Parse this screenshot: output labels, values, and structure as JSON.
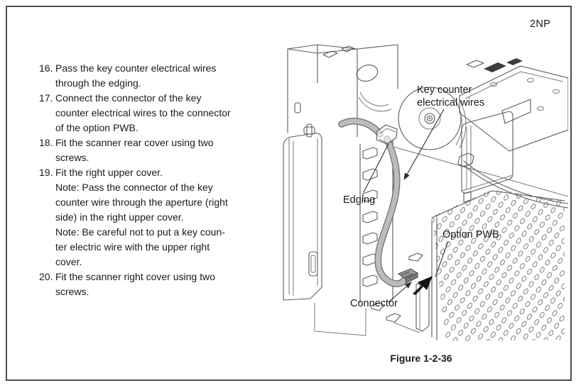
{
  "page": {
    "code": "2NP",
    "figure_caption": "Figure 1-2-36"
  },
  "steps": [
    {
      "num": "16.",
      "lines": [
        "Pass the key counter electrical wires",
        "through the edging."
      ]
    },
    {
      "num": "17.",
      "lines": [
        "Connect the connector of the key",
        "counter electrical wires to the connector",
        "of the option PWB."
      ]
    },
    {
      "num": "18.",
      "lines": [
        "Fit the scanner rear cover using two",
        "screws."
      ]
    },
    {
      "num": "19.",
      "lines": [
        "Fit the right upper cover.",
        "Note: Pass the connector of the key",
        "counter wire through the aperture (right",
        "side) in the right upper cover.",
        "Note: Be careful not to put a key coun-",
        "ter electric wire with the upper right",
        "cover."
      ]
    },
    {
      "num": "20.",
      "lines": [
        "Fit the scanner right cover using two",
        "screws."
      ]
    }
  ],
  "diagram": {
    "labels": {
      "key_counter": [
        "Key counter",
        "electrical wires"
      ],
      "edging": "Edging",
      "option_pwb": "Option PWB",
      "connector": "Connector"
    }
  },
  "colors": {
    "line": "#5a5a5a",
    "wire_fill": "#bcbcbc",
    "wire_outline": "#6e6e6e",
    "border": "#4e4e4e",
    "arrow": "#141414",
    "text": "#1a1a1a"
  }
}
